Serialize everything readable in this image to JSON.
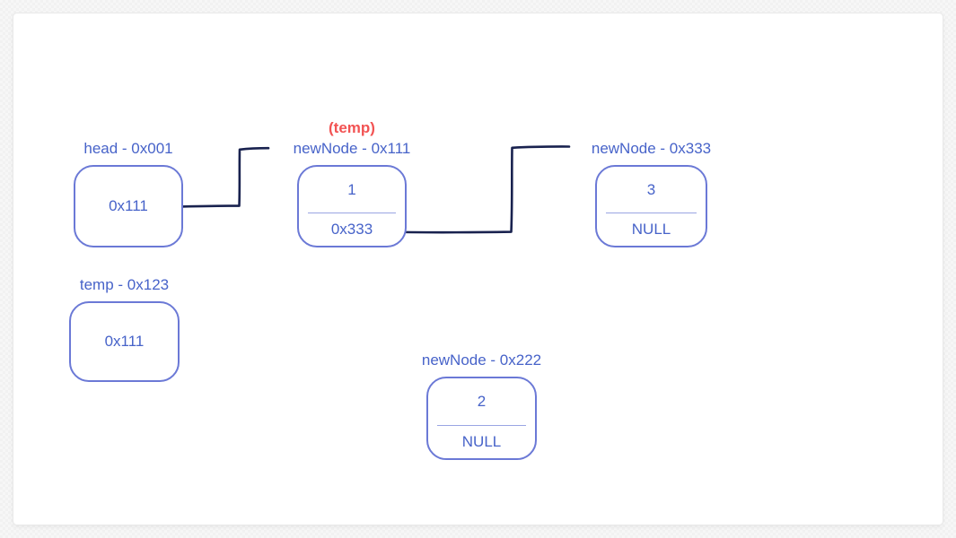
{
  "annotation": {
    "text": "(temp)",
    "color": "#f25353"
  },
  "nodes": {
    "head": {
      "label": "head - 0x001",
      "value": "0x111"
    },
    "newNode111": {
      "label": "newNode - 0x111",
      "data": "1",
      "next": "0x333"
    },
    "newNode333": {
      "label": "newNode - 0x333",
      "data": "3",
      "next": "NULL"
    },
    "temp": {
      "label": "temp - 0x123",
      "value": "0x111"
    },
    "newNode222": {
      "label": "newNode - 0x222",
      "data": "2",
      "next": "NULL"
    }
  },
  "edges": [
    {
      "from": "head.value (0x111)",
      "to": "newNode - 0x111"
    },
    {
      "from": "newNode111.next (0x333)",
      "to": "newNode - 0x333"
    }
  ],
  "colors": {
    "node_border": "#6b79d6",
    "node_text": "#4763c9",
    "label_text": "#4763c9",
    "annotation_red": "#f25353",
    "arrow": "#19224f",
    "divider": "#9aa5e3",
    "canvas_bg": "#ffffff",
    "page_bg": "#f7f7f7"
  }
}
